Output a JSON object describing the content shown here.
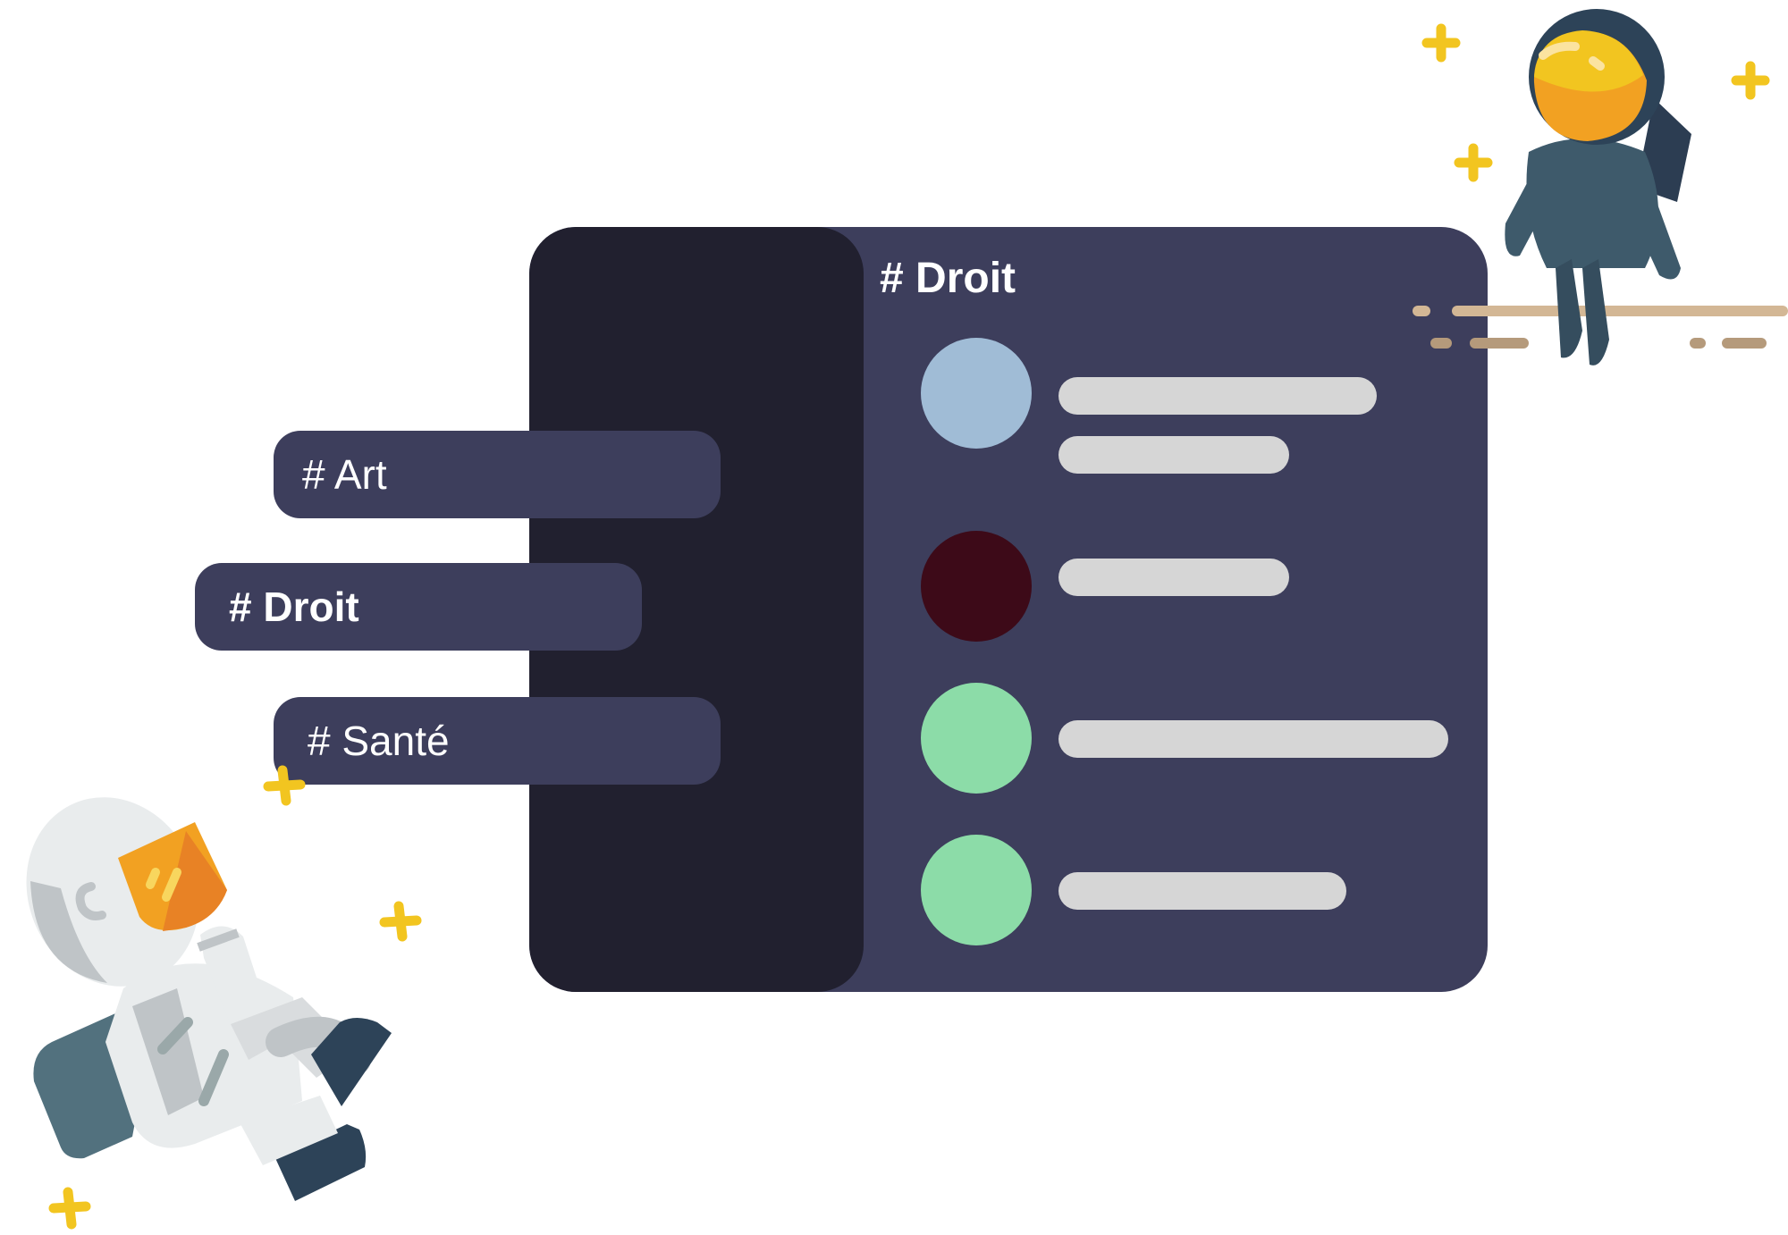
{
  "floating_channels": [
    {
      "label": "# Art",
      "active": false
    },
    {
      "label": "# Droit",
      "active": true
    },
    {
      "label": "# Santé",
      "active": false
    }
  ],
  "window": {
    "channel_title": "# Droit",
    "messages": [
      {
        "avatar_color": "#a0bcd6",
        "lines": 2
      },
      {
        "avatar_color": "#3d0a18",
        "lines": 1
      },
      {
        "avatar_color": "#8cdca8",
        "lines": 1
      },
      {
        "avatar_color": "#8cdca8",
        "lines": 1
      }
    ]
  },
  "colors": {
    "window_bg": "#3d3e5c",
    "sidebar_bg": "#21202f",
    "message_placeholder": "#d6d6d6",
    "star_yellow": "#f2c520",
    "visor_orange": "#f2a122"
  },
  "illustrations": [
    "astronaut-white-floating",
    "astronaut-dark-sitting",
    "sparkle-star-icons",
    "speed-lines"
  ]
}
